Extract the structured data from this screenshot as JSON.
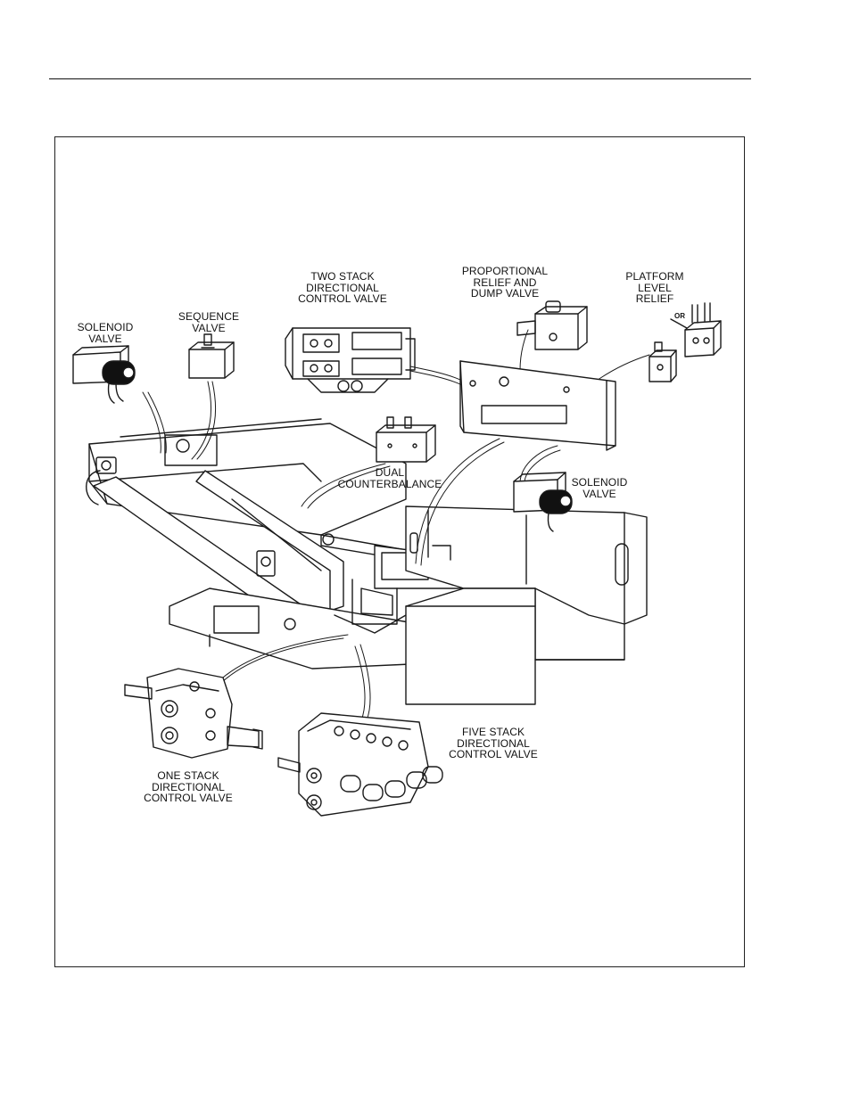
{
  "labels": {
    "two_stack": "TWO STACK\nDIRECTIONAL\nCONTROL VALVE",
    "proportional": "PROPORTIONAL\nRELIEF AND\nDUMP VALVE",
    "platform": "PLATFORM\nLEVEL\nRELIEF",
    "or": "OR",
    "solenoid_left": "SOLENOID\nVALVE",
    "sequence": "SEQUENCE\nVALVE",
    "dual_cb": "DUAL\nCOUNTERBALANCE",
    "solenoid_right": "SOLENOID\nVALVE",
    "five_stack": "FIVE STACK\nDIRECTIONAL\nCONTROL VALVE",
    "one_stack": "ONE STACK\nDIRECTIONAL\nCONTROL VALVE"
  }
}
